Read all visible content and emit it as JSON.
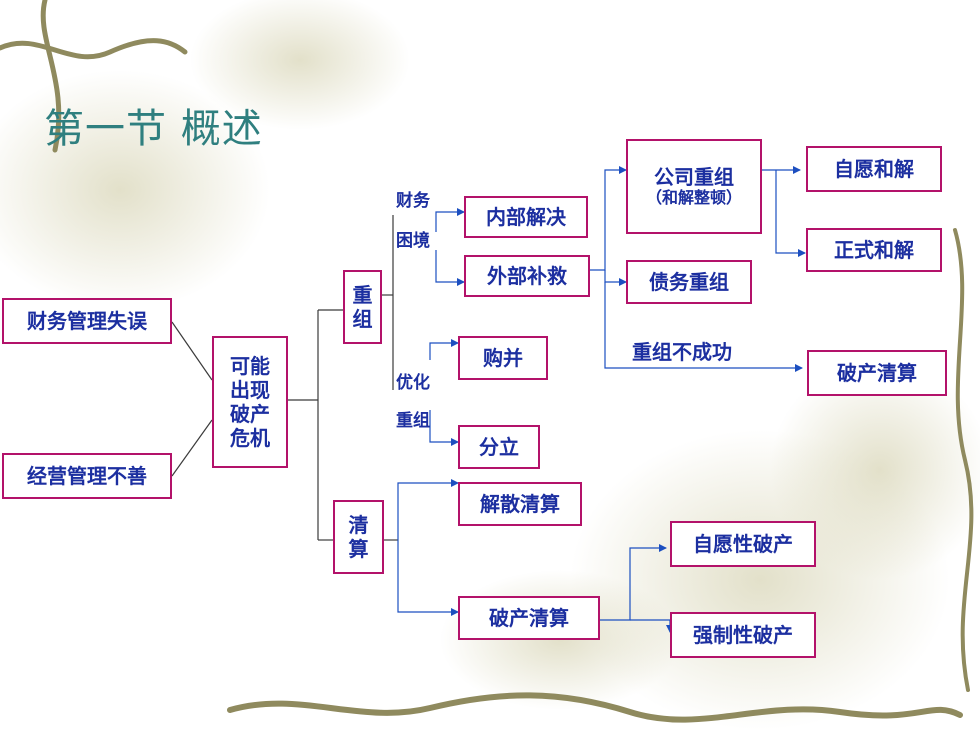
{
  "title": "第一节 概述",
  "causes": [
    "财务管理失误",
    "经营管理不善"
  ],
  "crisis": [
    "可能",
    "出现",
    "破产",
    "危机"
  ],
  "reorg": [
    "重",
    "组"
  ],
  "liquidation": [
    "清",
    "算"
  ],
  "branch_labels": {
    "financial_1": "财务",
    "financial_2": "困境",
    "optimize_1": "优化",
    "optimize_2": "重组",
    "reorg_fail": "重组不成功"
  },
  "nodes": {
    "internal": "内部解决",
    "external": "外部补救",
    "merger": "购并",
    "split": "分立",
    "company_reorg": "公司重组",
    "company_reorg_sub": "（和解整顿）",
    "debt_reorg": "债务重组",
    "voluntary_settle": "自愿和解",
    "formal_settle": "正式和解",
    "bankruptcy_liq_top": "破产清算",
    "dissolution": "解散清算",
    "bankruptcy_liq": "破产清算",
    "voluntary_bankruptcy": "自愿性破产",
    "forced_bankruptcy": "强制性破产"
  }
}
